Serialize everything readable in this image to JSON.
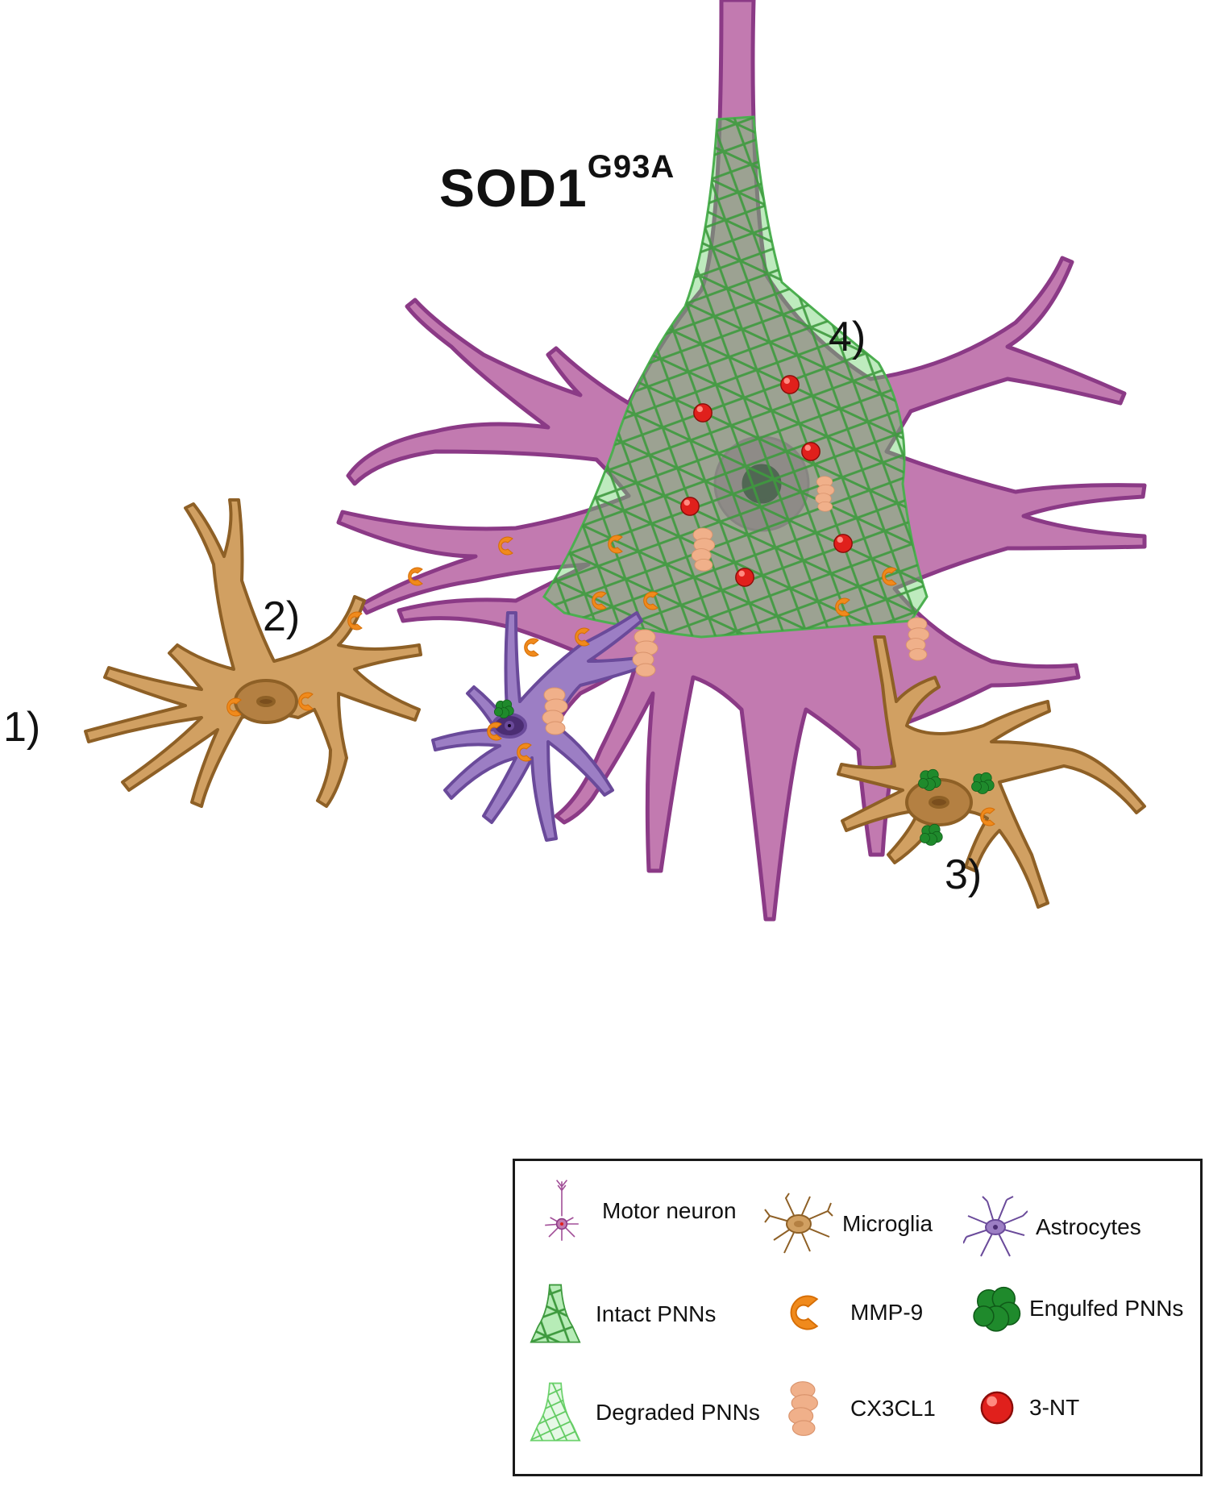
{
  "title": {
    "main": "SOD1",
    "superscript": "G93A"
  },
  "steps": [
    "1)",
    "2)",
    "3)",
    "4)"
  ],
  "legend": {
    "items": [
      {
        "label": "Motor neuron",
        "icon": "motor-neuron-icon"
      },
      {
        "label": "Microglia",
        "icon": "microglia-icon"
      },
      {
        "label": "Astrocytes",
        "icon": "astrocyte-icon"
      },
      {
        "label": "Intact PNNs",
        "icon": "intact-pnn-icon"
      },
      {
        "label": "MMP-9",
        "icon": "mmp9-icon"
      },
      {
        "label": "Engulfed PNNs",
        "icon": "engulfed-pnn-icon"
      },
      {
        "label": "Degraded PNNs",
        "icon": "degraded-pnn-icon"
      },
      {
        "label": "CX3CL1",
        "icon": "cx3cl1-icon"
      },
      {
        "label": "3-NT",
        "icon": "3nt-icon"
      }
    ]
  },
  "colors": {
    "motor_neuron": "#c27ab0",
    "motor_neuron_outline": "#8b3a86",
    "microglia": "#d1a062",
    "microglia_outline": "#8e6026",
    "astrocyte": "#9c7ec4",
    "astrocyte_outline": "#6a4a9a",
    "pnn": "#6fd36f",
    "mmp9": "#f08a1c",
    "cx3cl1": "#f0b08a",
    "engulfed_pnn": "#1f8a2c",
    "nt3": "#e0201c"
  }
}
